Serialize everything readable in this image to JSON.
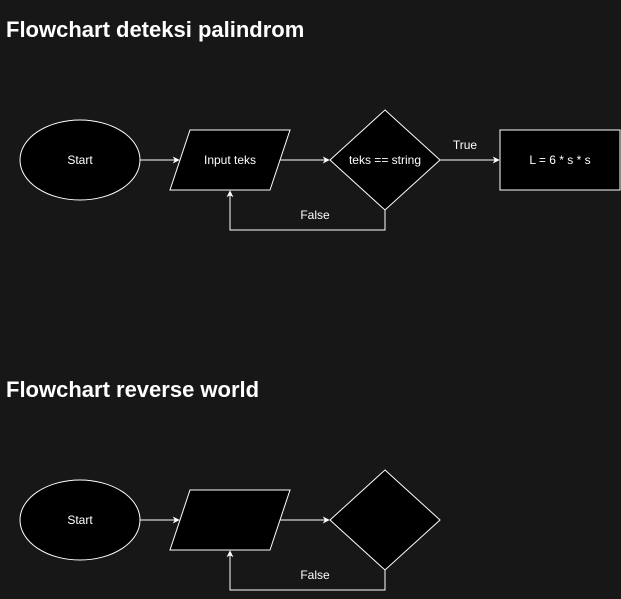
{
  "diagrams": [
    {
      "title": "Flowchart deteksi palindrom",
      "nodes": {
        "start": "Start",
        "input": "Input teks",
        "decision": "teks == string",
        "process": "L = 6 * s * s"
      },
      "edges": {
        "true_label": "True",
        "false_label": "False"
      }
    },
    {
      "title": "Flowchart reverse world",
      "nodes": {
        "start": "Start",
        "input": "",
        "decision": ""
      },
      "edges": {
        "false_label": "False"
      }
    }
  ],
  "colors": {
    "background": "#171717",
    "shape_fill": "#000000",
    "stroke": "#ffffff",
    "text": "#ffffff"
  }
}
